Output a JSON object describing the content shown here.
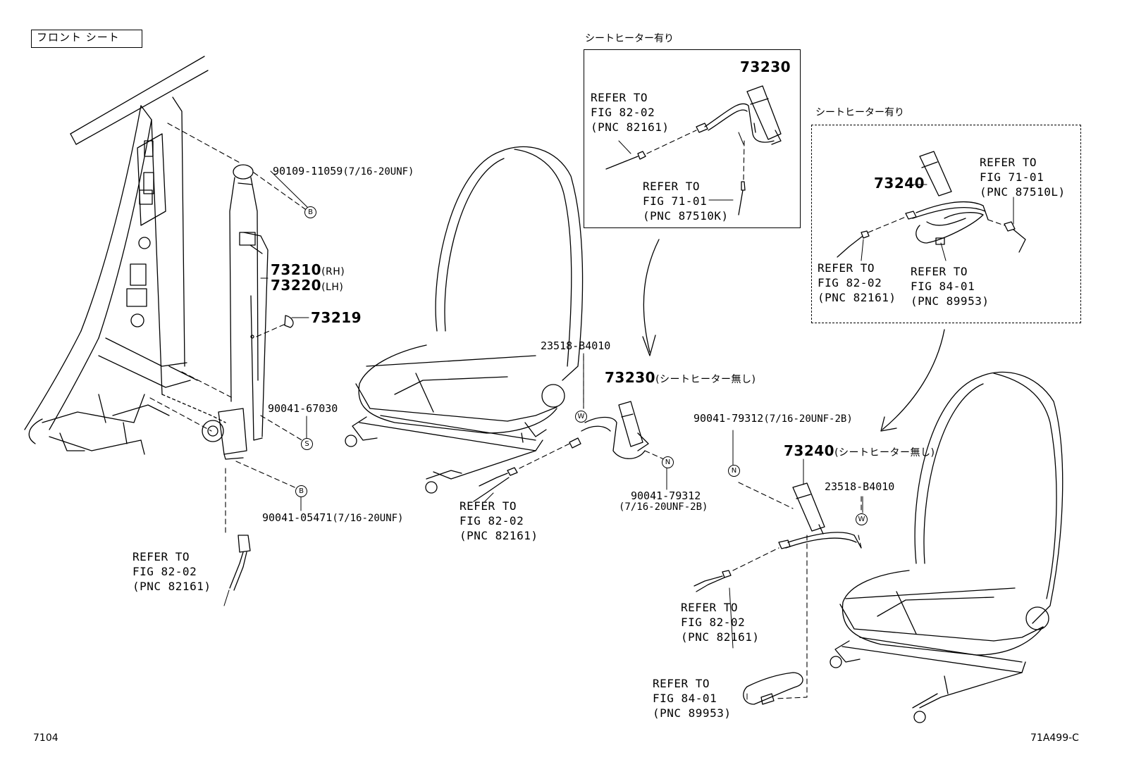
{
  "header": {
    "section_label": "フロント シート",
    "page_number": "7104",
    "figure_id": "71A499-C"
  },
  "insets": {
    "heater_buckle_rh": {
      "title": "シートヒーター有り",
      "part": "73230",
      "ref_harness": "REFER TO\nFIG 82-02\n(PNC 82161)",
      "ref_heater": "REFER TO\nFIG 71-01\n(PNC 87510K)"
    },
    "heater_buckle_lh": {
      "title": "シートヒーター有り",
      "part": "73240",
      "ref_heater": "REFER TO\nFIG 71-01\n(PNC 87510L)",
      "ref_harness": "REFER TO\nFIG 82-02\n(PNC 82161)",
      "ref_switch": "REFER TO\nFIG 84-01\n(PNC 89953)"
    }
  },
  "callouts": {
    "bolt_upper": "90109-11059",
    "bolt_upper_spec": "(7/16-20UNF)",
    "belt_rh": "73210",
    "belt_rh_side": "(RH)",
    "belt_lh": "73220",
    "belt_lh_side": "(LH)",
    "button": "73219",
    "screw_s": "90041-67030",
    "bolt_lower": "90041-05471",
    "bolt_lower_spec": "(7/16-20UNF)",
    "ref_pillar_harness": "REFER TO\nFIG 82-02\n(PNC 82161)",
    "clamp_rh": "23518-B4010",
    "buckle_rh": "73230",
    "buckle_rh_note": "(シートヒーター無し)",
    "nut_rh": "90041-79312",
    "nut_rh_spec": "(7/16-20UNF-2B)",
    "ref_seat_harness_rh": "REFER TO\nFIG 82-02\n(PNC 82161)",
    "nut_lh": "90041-79312",
    "nut_lh_spec": "(7/16-20UNF-2B)",
    "buckle_lh": "73240",
    "buckle_lh_note": "(シートヒーター無し)",
    "clamp_lh": "23518-B4010",
    "ref_seat_harness_lh": "REFER TO\nFIG 82-02\n(PNC 82161)",
    "ref_switch_lh": "REFER TO\nFIG 84-01\n(PNC 89953)"
  },
  "fastener_symbols": {
    "b": "B",
    "s": "S",
    "w": "W",
    "n": "N"
  }
}
